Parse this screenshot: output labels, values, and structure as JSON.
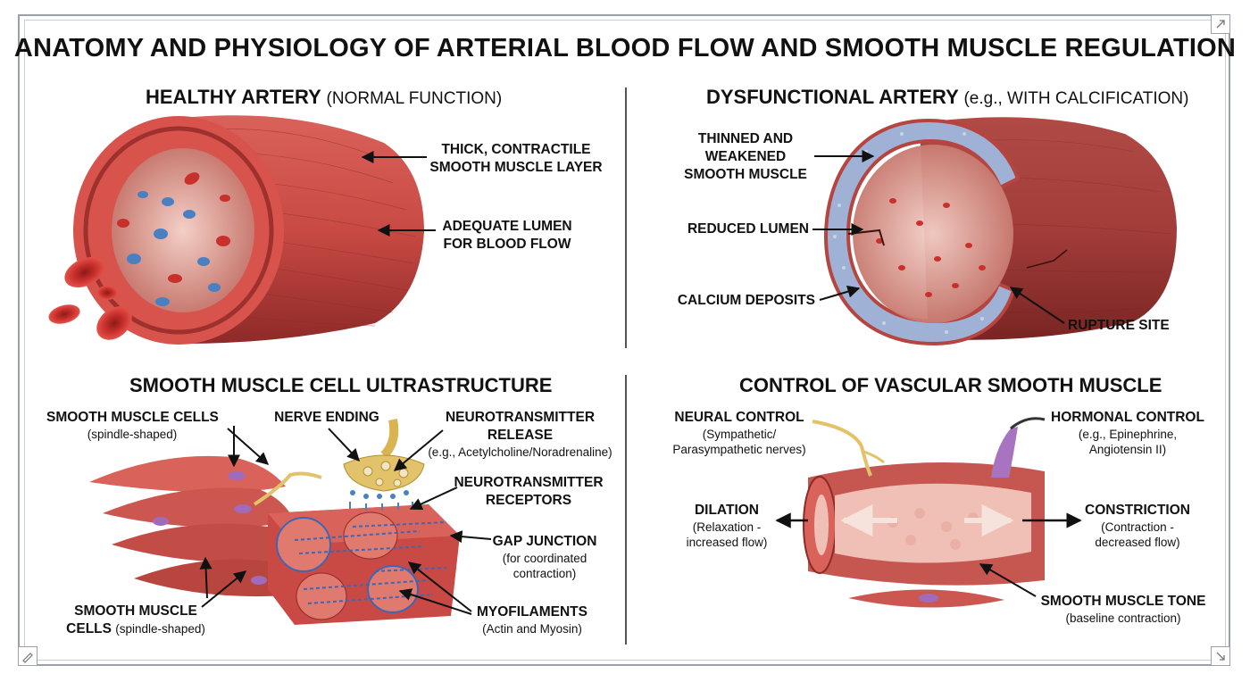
{
  "page": {
    "title": "ANATOMY AND PHYSIOLOGY OF ARTERIAL BLOOD FLOW AND SMOOTH MUSCLE REGULATION"
  },
  "panels": {
    "healthy": {
      "title": "HEALTHY ARTERY",
      "subtitle": "(NORMAL FUNCTION)",
      "labels": {
        "thick_layer_1": "THICK, CONTRACTILE",
        "thick_layer_2": "SMOOTH MUSCLE LAYER",
        "lumen_1": "ADEQUATE LUMEN",
        "lumen_2": "FOR BLOOD FLOW"
      }
    },
    "dysfunctional": {
      "title": "DYSFUNCTIONAL ARTERY",
      "subtitle": "(e.g., WITH CALCIFICATION)",
      "labels": {
        "thinned_1": "THINNED AND",
        "thinned_2": "WEAKENED",
        "thinned_3": "SMOOTH MUSCLE",
        "reduced_lumen": "REDUCED LUMEN",
        "calcium": "CALCIUM DEPOSITS",
        "rupture": "RUPTURE SITE"
      }
    },
    "ultrastructure": {
      "title": "SMOOTH MUSCLE CELL ULTRASTRUCTURE",
      "labels": {
        "smc_top": "SMOOTH MUSCLE CELLS",
        "smc_top_sub": "(spindle-shaped)",
        "nerve_ending": "NERVE ENDING",
        "nt_release_1": "NEUROTRANSMITTER",
        "nt_release_2": "RELEASE",
        "nt_release_sub": "(e.g., Acetylcholine/Noradrenaline)",
        "nt_receptors_1": "NEUROTRANSMITTER",
        "nt_receptors_2": "RECEPTORS",
        "gap_junction": "GAP JUNCTION",
        "gap_sub_1": "(for coordinated",
        "gap_sub_2": "contraction)",
        "smc_bottom_1": "SMOOTH MUSCLE",
        "smc_bottom_2": "CELLS",
        "smc_bottom_sub": "(spindle-shaped)",
        "myofilaments": "MYOFILAMENTS",
        "myofilaments_sub": "(Actin and Myosin)"
      }
    },
    "control": {
      "title": "CONTROL OF VASCULAR SMOOTH MUSCLE",
      "labels": {
        "neural": "NEURAL CONTROL",
        "neural_sub_1": "(Sympathetic/",
        "neural_sub_2": "Parasympathetic nerves)",
        "hormonal": "HORMONAL CONTROL",
        "hormonal_sub_1": "(e.g., Epinephrine,",
        "hormonal_sub_2": "Angiotensin II)",
        "dilation": "DILATION",
        "dilation_sub_1": "(Relaxation -",
        "dilation_sub_2": "increased flow)",
        "constriction": "CONSTRICTION",
        "constriction_sub_1": "(Contraction -",
        "constriction_sub_2": "decreased flow)",
        "tone": "SMOOTH MUSCLE TONE",
        "tone_sub": "(baseline contraction)"
      }
    }
  },
  "colors": {
    "muscle": "#c94a44",
    "muscle_dark": "#8e2a28",
    "muscle_light": "#e07a6e",
    "calcium": "#9fb2d6",
    "rbc": "#c8302c",
    "rbc_blue": "#4a7fc1",
    "nerve": "#e2c26a",
    "hormone": "#a874c2"
  }
}
